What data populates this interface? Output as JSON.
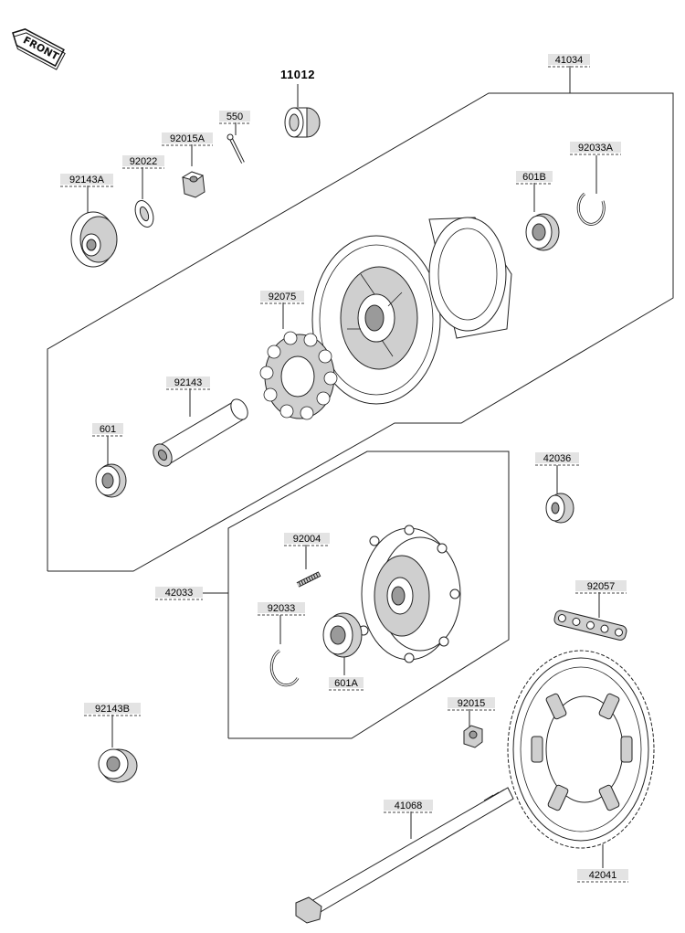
{
  "front_badge": "FRONT",
  "parts": {
    "p11012": "11012",
    "p550": "550",
    "p41034": "41034",
    "p92015A": "92015A",
    "p92022": "92022",
    "p92143A": "92143A",
    "p92033A": "92033A",
    "p601B": "601B",
    "p92075": "92075",
    "p92143": "92143",
    "p601": "601",
    "p42036": "42036",
    "p92004": "92004",
    "p42033": "42033",
    "p92057": "92057",
    "p92033": "92033",
    "p601A": "601A",
    "p92143B": "92143B",
    "p92015": "92015",
    "p41068": "41068",
    "p42041": "42041"
  }
}
